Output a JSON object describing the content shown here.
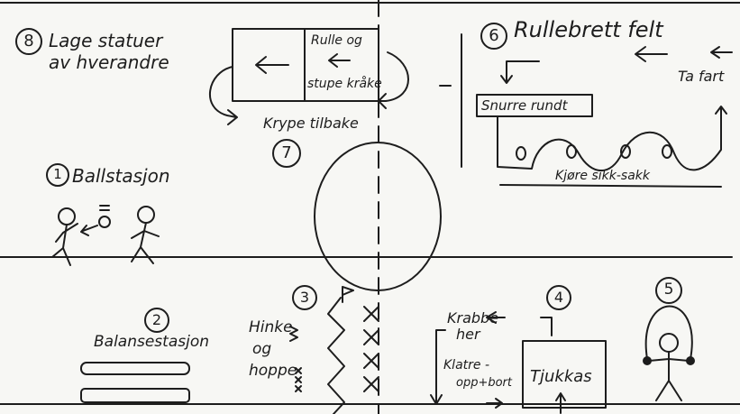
{
  "stations": {
    "s8": {
      "number": "8",
      "title_line1": "Lage statuer",
      "title_line2": "av hverandre"
    },
    "s7": {
      "number": "7",
      "box_line1": "Rulle og",
      "box_line2": "stupe kråke",
      "caption": "Krype tilbake"
    },
    "s6": {
      "number": "6",
      "title": "Rullebrett felt",
      "spin_label": "Snurre rundt",
      "speed_label": "Ta fart",
      "slalom_label": "Kjøre sikk-sakk"
    },
    "s1": {
      "number": "1",
      "title": "Ballstasjon"
    },
    "s2": {
      "number": "2",
      "title": "Balansestasjon"
    },
    "s3": {
      "number": "3",
      "label_line1": "Hinke",
      "label_line2": "og",
      "label_line3": "hoppe"
    },
    "s4": {
      "number": "4",
      "crawl_line1": "Krabbe",
      "crawl_line2": "her",
      "climb_line1": "Klatre -",
      "climb_line2": "opp+bort",
      "mat_label": "Tjukkas"
    },
    "s5": {
      "number": "5"
    }
  }
}
